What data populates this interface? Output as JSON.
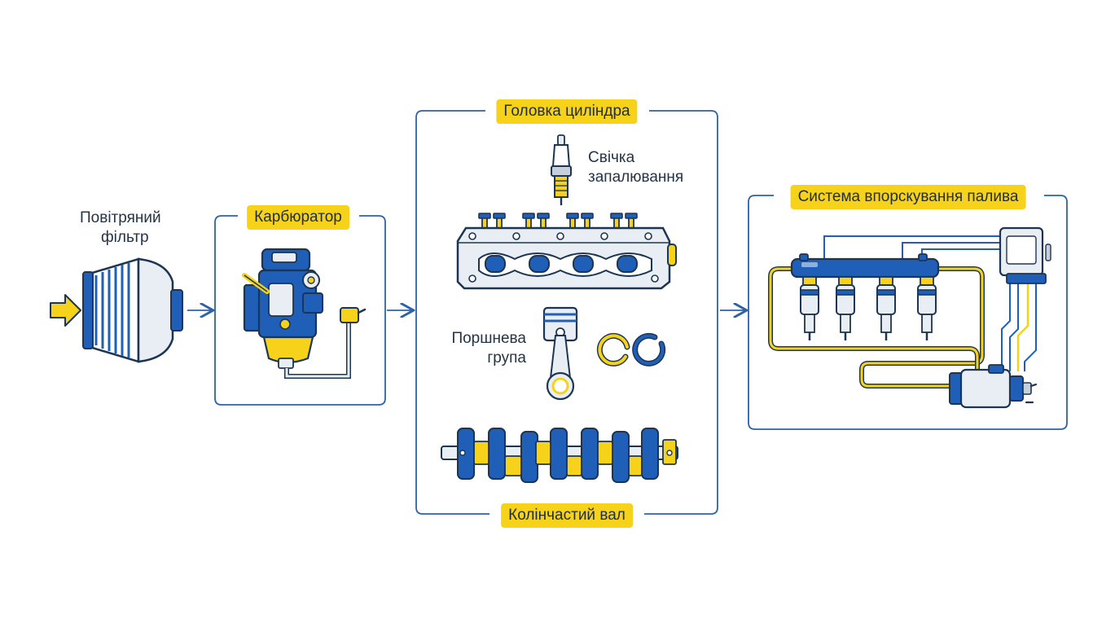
{
  "labels": {
    "air_filter_line1": "Повітряний",
    "air_filter_line2": "фільтр",
    "carburetor": "Карбюратор",
    "cylinder_head": "Головка циліндра",
    "spark_plug_line1": "Свічка",
    "spark_plug_line2": "запалювання",
    "piston_group_line1": "Поршнева",
    "piston_group_line2": "група",
    "crankshaft": "Колінчастий вал",
    "fuel_injection": "Система впорскування палива"
  },
  "colors": {
    "blue": "#1f5fb8",
    "yellow": "#f6d21a",
    "frame": "#2b62a8",
    "light": "#e9eef5",
    "dark": "#1c3552"
  },
  "icons": [
    "inlet-arrow-icon",
    "air-filter-icon",
    "carburetor-icon",
    "spark-plug-icon",
    "cylinder-head-icon",
    "piston-icon",
    "piston-rings-icon",
    "crankshaft-icon",
    "fuel-rail-icon",
    "ecu-icon",
    "fuel-pump-icon"
  ]
}
